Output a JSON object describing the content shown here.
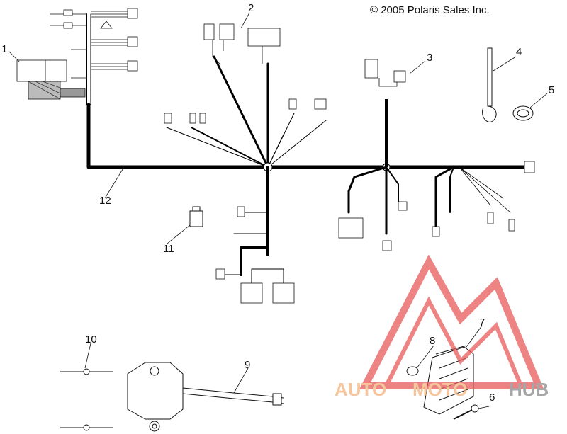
{
  "copyright": "© 2005 Polaris Sales Inc.",
  "callouts": [
    {
      "id": "c1",
      "text": "1"
    },
    {
      "id": "c2",
      "text": "2"
    },
    {
      "id": "c3",
      "text": "3"
    },
    {
      "id": "c4",
      "text": "4"
    },
    {
      "id": "c5",
      "text": "5"
    },
    {
      "id": "c6",
      "text": "6"
    },
    {
      "id": "c7",
      "text": "7"
    },
    {
      "id": "c8",
      "text": "8"
    },
    {
      "id": "c9",
      "text": "9"
    },
    {
      "id": "c10",
      "text": "10"
    },
    {
      "id": "c11",
      "text": "11"
    },
    {
      "id": "c12",
      "text": "12"
    }
  ],
  "watermark": {
    "part1": "AUTO",
    "part2": "MOTO",
    "part3": "HUB",
    "triangle_color": "#e85a5a",
    "text_color": "#f5b27a",
    "hub_color": "#8a8a8a"
  },
  "colors": {
    "line": "#111111",
    "harness": "#000000"
  }
}
